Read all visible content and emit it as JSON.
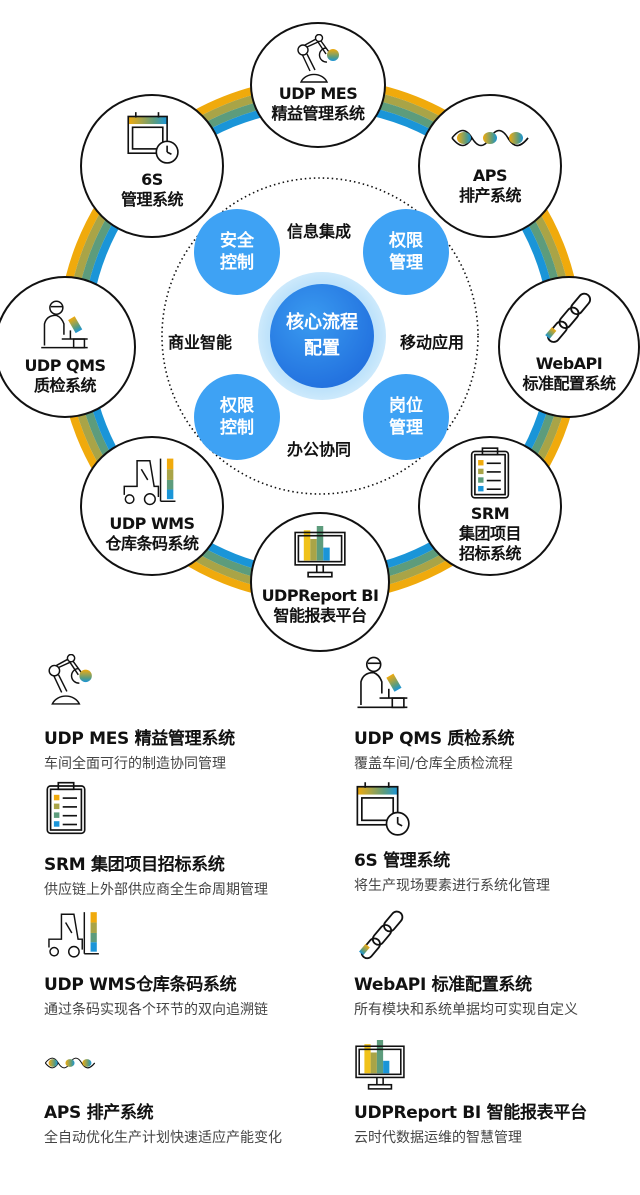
{
  "colors": {
    "ring_bands": [
      "#f0aa0c",
      "#a9a447",
      "#5d9c7c",
      "#1a95d8"
    ],
    "bubble_blue": "#3ea2f4",
    "core_blue": "#2474e0",
    "outline": "#111111",
    "desc_gray": "#444444"
  },
  "diagram": {
    "core": {
      "line1": "核心流程",
      "line2": "配置"
    },
    "bubbles": [
      {
        "line1": "安全",
        "line2": "控制"
      },
      {
        "line1": "权限",
        "line2": "管理"
      },
      {
        "line1": "权限",
        "line2": "控制"
      },
      {
        "line1": "岗位",
        "line2": "管理"
      }
    ],
    "inner_labels": {
      "top": "信息集成",
      "left": "商业智能",
      "right": "移动应用",
      "bottom": "办公协同"
    },
    "nodes": [
      {
        "id": "mes",
        "line1": "UDP MES",
        "line2": "精益管理系统",
        "icon": "robot-arm-icon"
      },
      {
        "id": "6s",
        "line1": "6S",
        "line2": "管理系统",
        "icon": "calendar-clock-icon"
      },
      {
        "id": "aps",
        "line1": "APS",
        "line2": "排产系统",
        "icon": "wave-eyes-icon"
      },
      {
        "id": "qms",
        "line1": "UDP QMS",
        "line2": "质检系统",
        "icon": "microscope-scientist-icon"
      },
      {
        "id": "webapi",
        "line1": "WebAPI",
        "line2": "标准配置系统",
        "icon": "chain-link-icon"
      },
      {
        "id": "wms",
        "line1": "UDP WMS",
        "line2": "仓库条码系统",
        "icon": "forklift-icon"
      },
      {
        "id": "srm",
        "line1": "SRM",
        "line2": "集团项目",
        "line3": "招标系统",
        "icon": "clipboard-checklist-icon"
      },
      {
        "id": "bi",
        "line1": "UDPReport BI",
        "line2": "智能报表平台",
        "icon": "monitor-bar-chart-icon"
      }
    ]
  },
  "list": [
    {
      "title": "UDP MES 精益管理系统",
      "desc": "车间全面可行的制造协同管理",
      "icon": "robot-arm-icon"
    },
    {
      "title": "UDP QMS 质检系统",
      "desc": "覆盖车间/仓库全质检流程",
      "icon": "microscope-scientist-icon"
    },
    {
      "title": "SRM 集团项目招标系统",
      "desc": "供应链上外部供应商全生命周期管理",
      "icon": "clipboard-checklist-icon"
    },
    {
      "title": "6S 管理系统",
      "desc": "将生产现场要素进行系统化管理",
      "icon": "calendar-clock-icon"
    },
    {
      "title": "UDP WMS仓库条码系统",
      "desc": "通过条码实现各个环节的双向追溯链",
      "icon": "forklift-icon"
    },
    {
      "title": "WebAPI 标准配置系统",
      "desc": "所有模块和系统单据均可实现自定义",
      "icon": "chain-link-icon"
    },
    {
      "title": "APS 排产系统",
      "desc": "全自动优化生产计划快速适应产能变化",
      "icon": "wave-eyes-icon"
    },
    {
      "title": "UDPReport BI 智能报表平台",
      "desc": "云时代数据运维的智慧管理",
      "icon": "monitor-bar-chart-icon"
    }
  ]
}
